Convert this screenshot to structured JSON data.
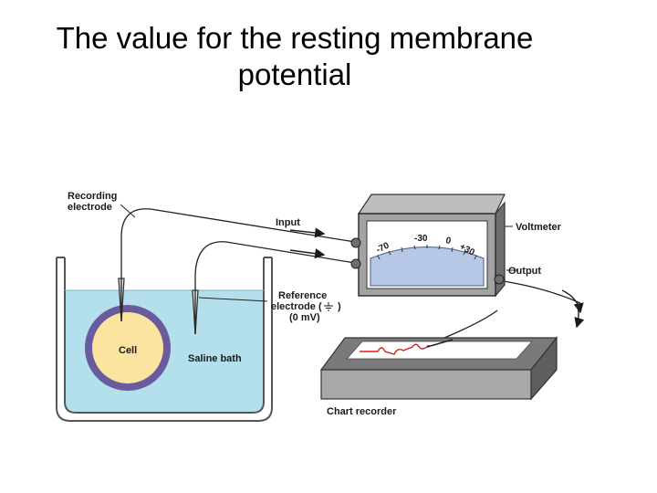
{
  "title": {
    "line1": "The value for the resting membrane",
    "line2": "potential"
  },
  "labels": {
    "recording_electrode_1": "Recording",
    "recording_electrode_2": "electrode",
    "input": "Input",
    "voltmeter": "Voltmeter",
    "output": "Output",
    "reference_electrode_1": "Reference",
    "reference_electrode_2": "electrode (",
    "reference_electrode_2_close": ")",
    "reference_electrode_3": "(0 mV)",
    "cell": "Cell",
    "saline_bath": "Saline bath",
    "chart_recorder": "Chart recorder"
  },
  "voltmeter_scale": [
    "-70",
    "-30",
    "0",
    "+30"
  ],
  "colors": {
    "saline": "#b3e0ec",
    "cell_fill": "#fbe4a0",
    "cell_membrane": "#6a5a9e",
    "dial_fill": "#b7c7e6",
    "meter_body": "#a3a3a3",
    "trace": "#d81e1e"
  }
}
